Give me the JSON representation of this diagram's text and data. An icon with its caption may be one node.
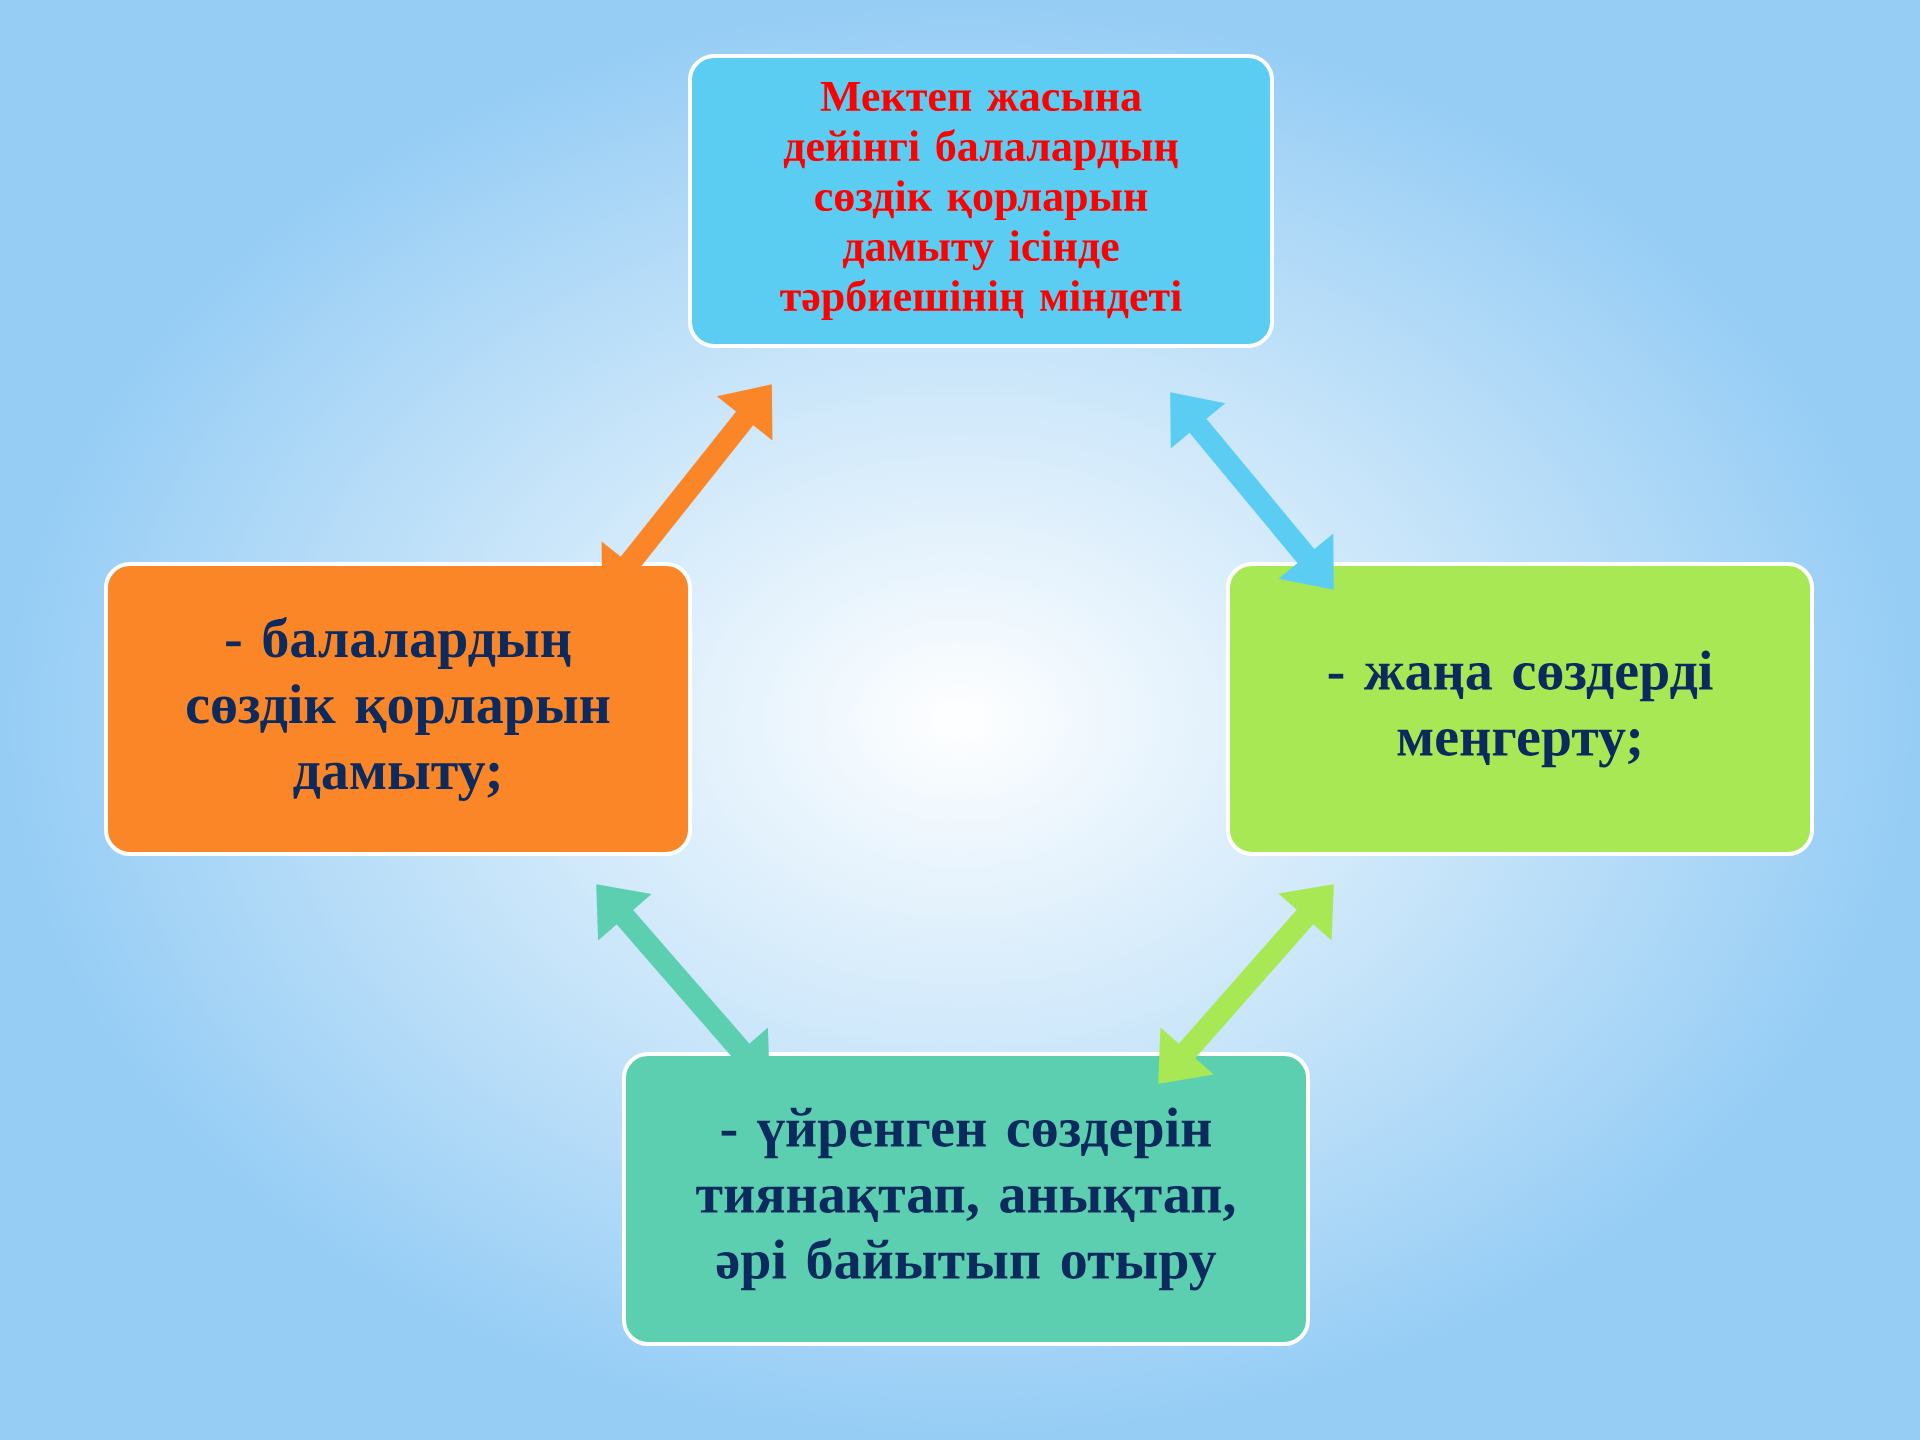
{
  "diagram": {
    "nodes": [
      {
        "text": [
          "Мектеп жасына дейінгі балалардың сөздік қорларын дамыту ісінде тәрбиешінің міндеті"
        ]
      },
      {
        "text": [
          "- балалардың сөздік қорларын дамыту;"
        ]
      },
      {
        "text": [
          "- жаңа сөздерді меңгерту;"
        ]
      },
      {
        "text": [
          "- үйренген сөздерін тиянақтап, анықтап, әрі байытып отыру"
        ]
      }
    ],
    "edges": [
      {
        "from": 0,
        "to": 1,
        "arrow": "both",
        "color": "#fb8628"
      },
      {
        "from": 0,
        "to": 2,
        "arrow": "both",
        "color": "#5ccdf2"
      },
      {
        "from": 2,
        "to": 3,
        "arrow": "both",
        "color": "#a8e855"
      },
      {
        "from": 1,
        "to": 3,
        "arrow": "both",
        "color": "#5ccfb0"
      }
    ]
  }
}
